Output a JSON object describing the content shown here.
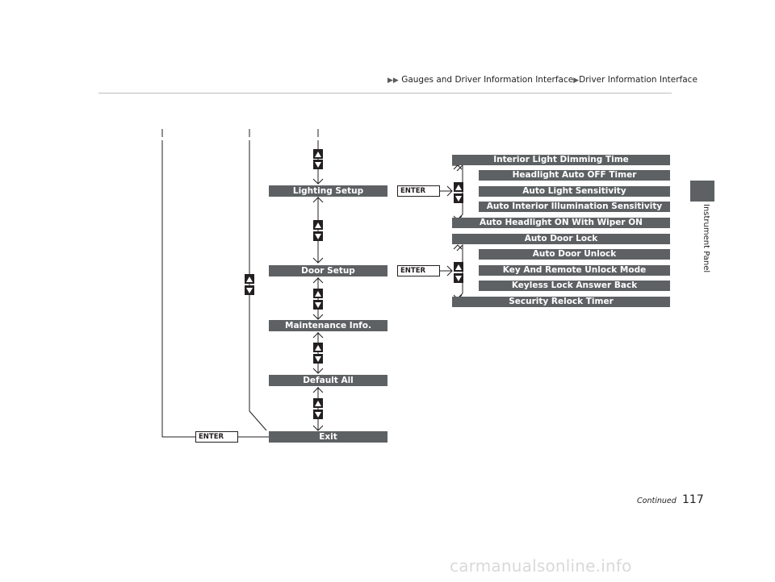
{
  "header": {
    "breadcrumb_1": "Gauges and Driver Information Interface",
    "breadcrumb_2": "Driver Information Interface"
  },
  "side_label": "Instrument Panel",
  "main_menu": [
    {
      "label": "Lighting Setup"
    },
    {
      "label": "Door Setup"
    },
    {
      "label": "Maintenance Info."
    },
    {
      "label": "Default All"
    },
    {
      "label": "Exit"
    }
  ],
  "lighting_submenu": [
    "Interior Light Dimming Time",
    "Headlight Auto OFF Timer",
    "Auto Light Sensitivity",
    "Auto Interior Illumination Sensitivity",
    "Auto Headlight ON With Wiper ON"
  ],
  "door_submenu": [
    "Auto Door Lock",
    "Auto Door Unlock",
    "Key And Remote Unlock Mode",
    "Keyless Lock Answer Back",
    "Security Relock Timer"
  ],
  "enter_label": "ENTER",
  "footer": {
    "continued": "Continued",
    "page_number": "117"
  },
  "watermark": "carmanualsonline.info",
  "colors": {
    "box_fill": "#5d6163",
    "box_text": "#ffffff",
    "line": "#231f20"
  },
  "icons": [
    "double-triangle-icon",
    "up-arrow-button-icon",
    "down-arrow-button-icon"
  ]
}
